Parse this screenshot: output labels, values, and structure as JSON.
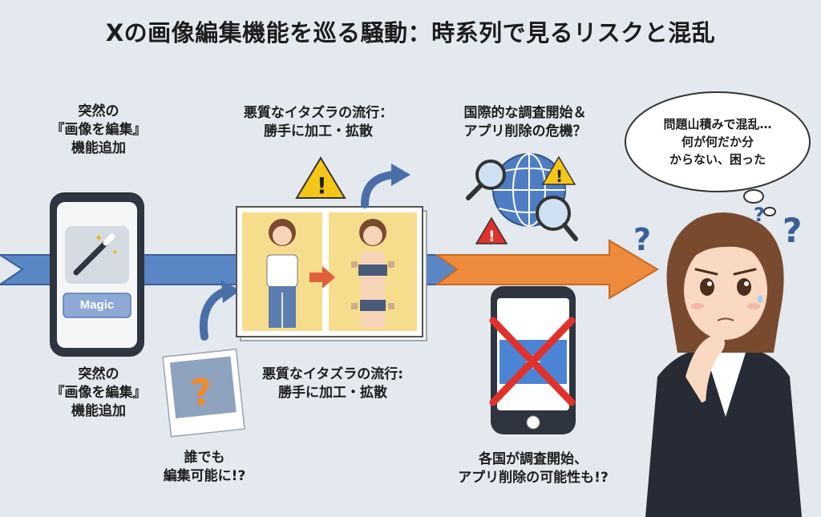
{
  "title": "Xの画像編集機能を巡る騒動：時系列で見るリスクと混乱",
  "step1": {
    "caption_top": [
      "突然の",
      "『画像を編集』",
      "機能追加"
    ],
    "caption_bottom": [
      "突然の",
      "『画像を編集』",
      "機能追加"
    ],
    "phone_button_label": "Magic"
  },
  "step2": {
    "caption_top": [
      "悪質なイタズラの流行：",
      "勝手に加工・拡散"
    ],
    "caption_bottom": [
      "悪質なイタズラの流行:",
      "勝手に加工・拡散"
    ],
    "photo_caption": [
      "誰でも",
      "編集可能に!?"
    ]
  },
  "step3": {
    "caption_top": [
      "国際的な調査開始＆",
      "アプリ削除の危機？"
    ],
    "caption_bottom": [
      "各国が調査開始、",
      "アプリ削除の可能性も!?"
    ]
  },
  "thought_bubble": [
    "問題山積みで混乱…",
    "何が何だか分",
    "からない、困った"
  ],
  "colors": {
    "timeline_blue": "#5a86c5",
    "timeline_orange": "#ee8a3c",
    "warning_yellow": "#f5c518",
    "danger_red": "#e0322a",
    "phone_frame": "#2f3540"
  }
}
